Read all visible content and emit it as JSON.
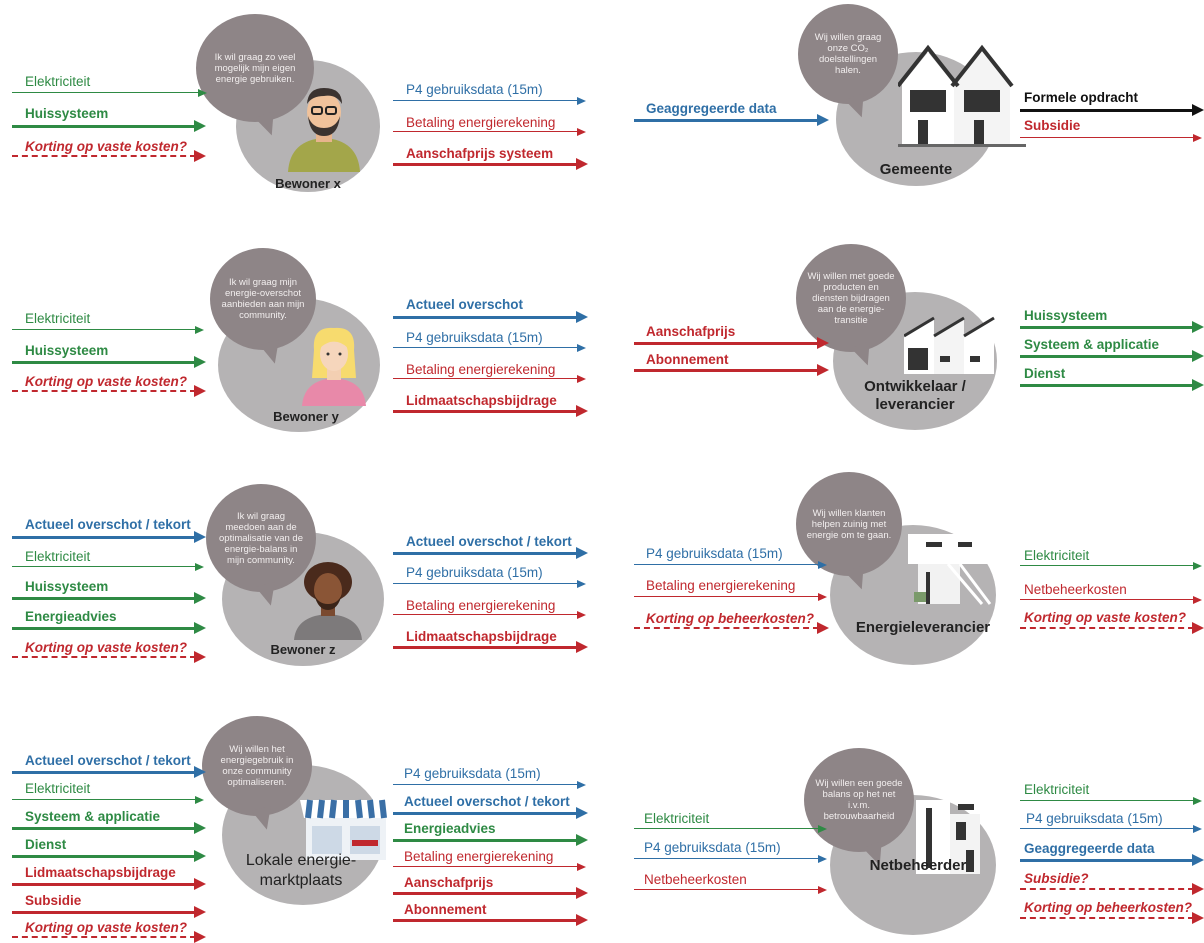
{
  "colors": {
    "green": "#2e8a44",
    "blue": "#2f6fa6",
    "red": "#c0282e",
    "black": "#111111",
    "circle": "#b5b3b4",
    "bubble": "#8e8587"
  },
  "actors": {
    "bewoner_x": {
      "name": "Bewoner x",
      "quote": "Ik wil graag zo veel mogelijk mijn eigen energie gebruiken."
    },
    "bewoner_y": {
      "name": "Bewoner y",
      "quote": "Ik wil graag mijn energie-overschot aanbieden aan mijn community."
    },
    "bewoner_z": {
      "name": "Bewoner z",
      "quote": "Ik wil graag meedoen aan de optimalisatie van de energie-balans in mijn community."
    },
    "marktplaats": {
      "name_line1": "Lokale energie-",
      "name_line2": "marktplaats",
      "quote": "Wij willen het energiegebruik in onze community optimaliseren."
    },
    "gemeente": {
      "name": "Gemeente",
      "quote": "Wij willen graag onze CO₂ doelstellingen halen."
    },
    "ontwikkelaar": {
      "name_line1": "Ontwikkelaar /",
      "name_line2": "leverancier",
      "quote": "Wij willen met goede producten en diensten bijdragen aan de energie-transitie"
    },
    "energieleverancier": {
      "name": "Energieleverancier",
      "quote": "Wij willen klanten helpen zuinig met energie om te gaan."
    },
    "netbeheerder": {
      "name": "Netbeheerder",
      "quote": "Wij willen een goede balans op het net i.v.m. betrouwbaarheid"
    }
  },
  "flows": {
    "x_in": [
      "Elektriciteit",
      "Huissysteem",
      "Korting op vaste kosten?"
    ],
    "x_out": [
      "P4 gebruiksdata (15m)",
      "Betaling energierekening",
      "Aanschafprijs systeem"
    ],
    "y_in": [
      "Elektriciteit",
      "Huissysteem",
      "Korting op vaste kosten?"
    ],
    "y_out": [
      "Actueel overschot",
      "P4 gebruiksdata (15m)",
      "Betaling energierekening",
      "Lidmaatschapsbijdrage"
    ],
    "z_in": [
      "Actueel overschot / tekort",
      "Elektriciteit",
      "Huissysteem",
      "Energieadvies",
      "Korting op vaste kosten?"
    ],
    "z_out": [
      "Actueel overschot / tekort",
      "P4 gebruiksdata (15m)",
      "Betaling energierekening",
      "Lidmaatschapsbijdrage"
    ],
    "m_in": [
      "Actueel overschot / tekort",
      "Elektriciteit",
      "Systeem & applicatie",
      "Dienst",
      "Lidmaatschapsbijdrage",
      "Subsidie",
      "Korting op vaste kosten?"
    ],
    "m_out": [
      "P4 gebruiksdata (15m)",
      "Actueel overschot / tekort",
      "Energieadvies",
      "Betaling energierekening",
      "Aanschafprijs",
      "Abonnement"
    ],
    "g_in": [
      "Geaggregeerde data"
    ],
    "g_out": [
      "Formele opdracht",
      "Subsidie"
    ],
    "o_in": [
      "Aanschafprijs",
      "Abonnement"
    ],
    "o_out": [
      "Huissysteem",
      "Systeem & applicatie",
      "Dienst"
    ],
    "e_in": [
      "P4 gebruiksdata (15m)",
      "Betaling energierekening",
      "Korting op beheerkosten?"
    ],
    "e_out": [
      "Elektriciteit",
      "Netbeheerkosten",
      "Korting op vaste kosten?"
    ],
    "n_in": [
      "Elektriciteit",
      "P4 gebruiksdata (15m)",
      "Netbeheerkosten"
    ],
    "n_out": [
      "Elektriciteit",
      "P4 gebruiksdata (15m)",
      "Geaggregeerde data",
      "Subsidie?",
      "Korting op beheerkosten?"
    ]
  }
}
